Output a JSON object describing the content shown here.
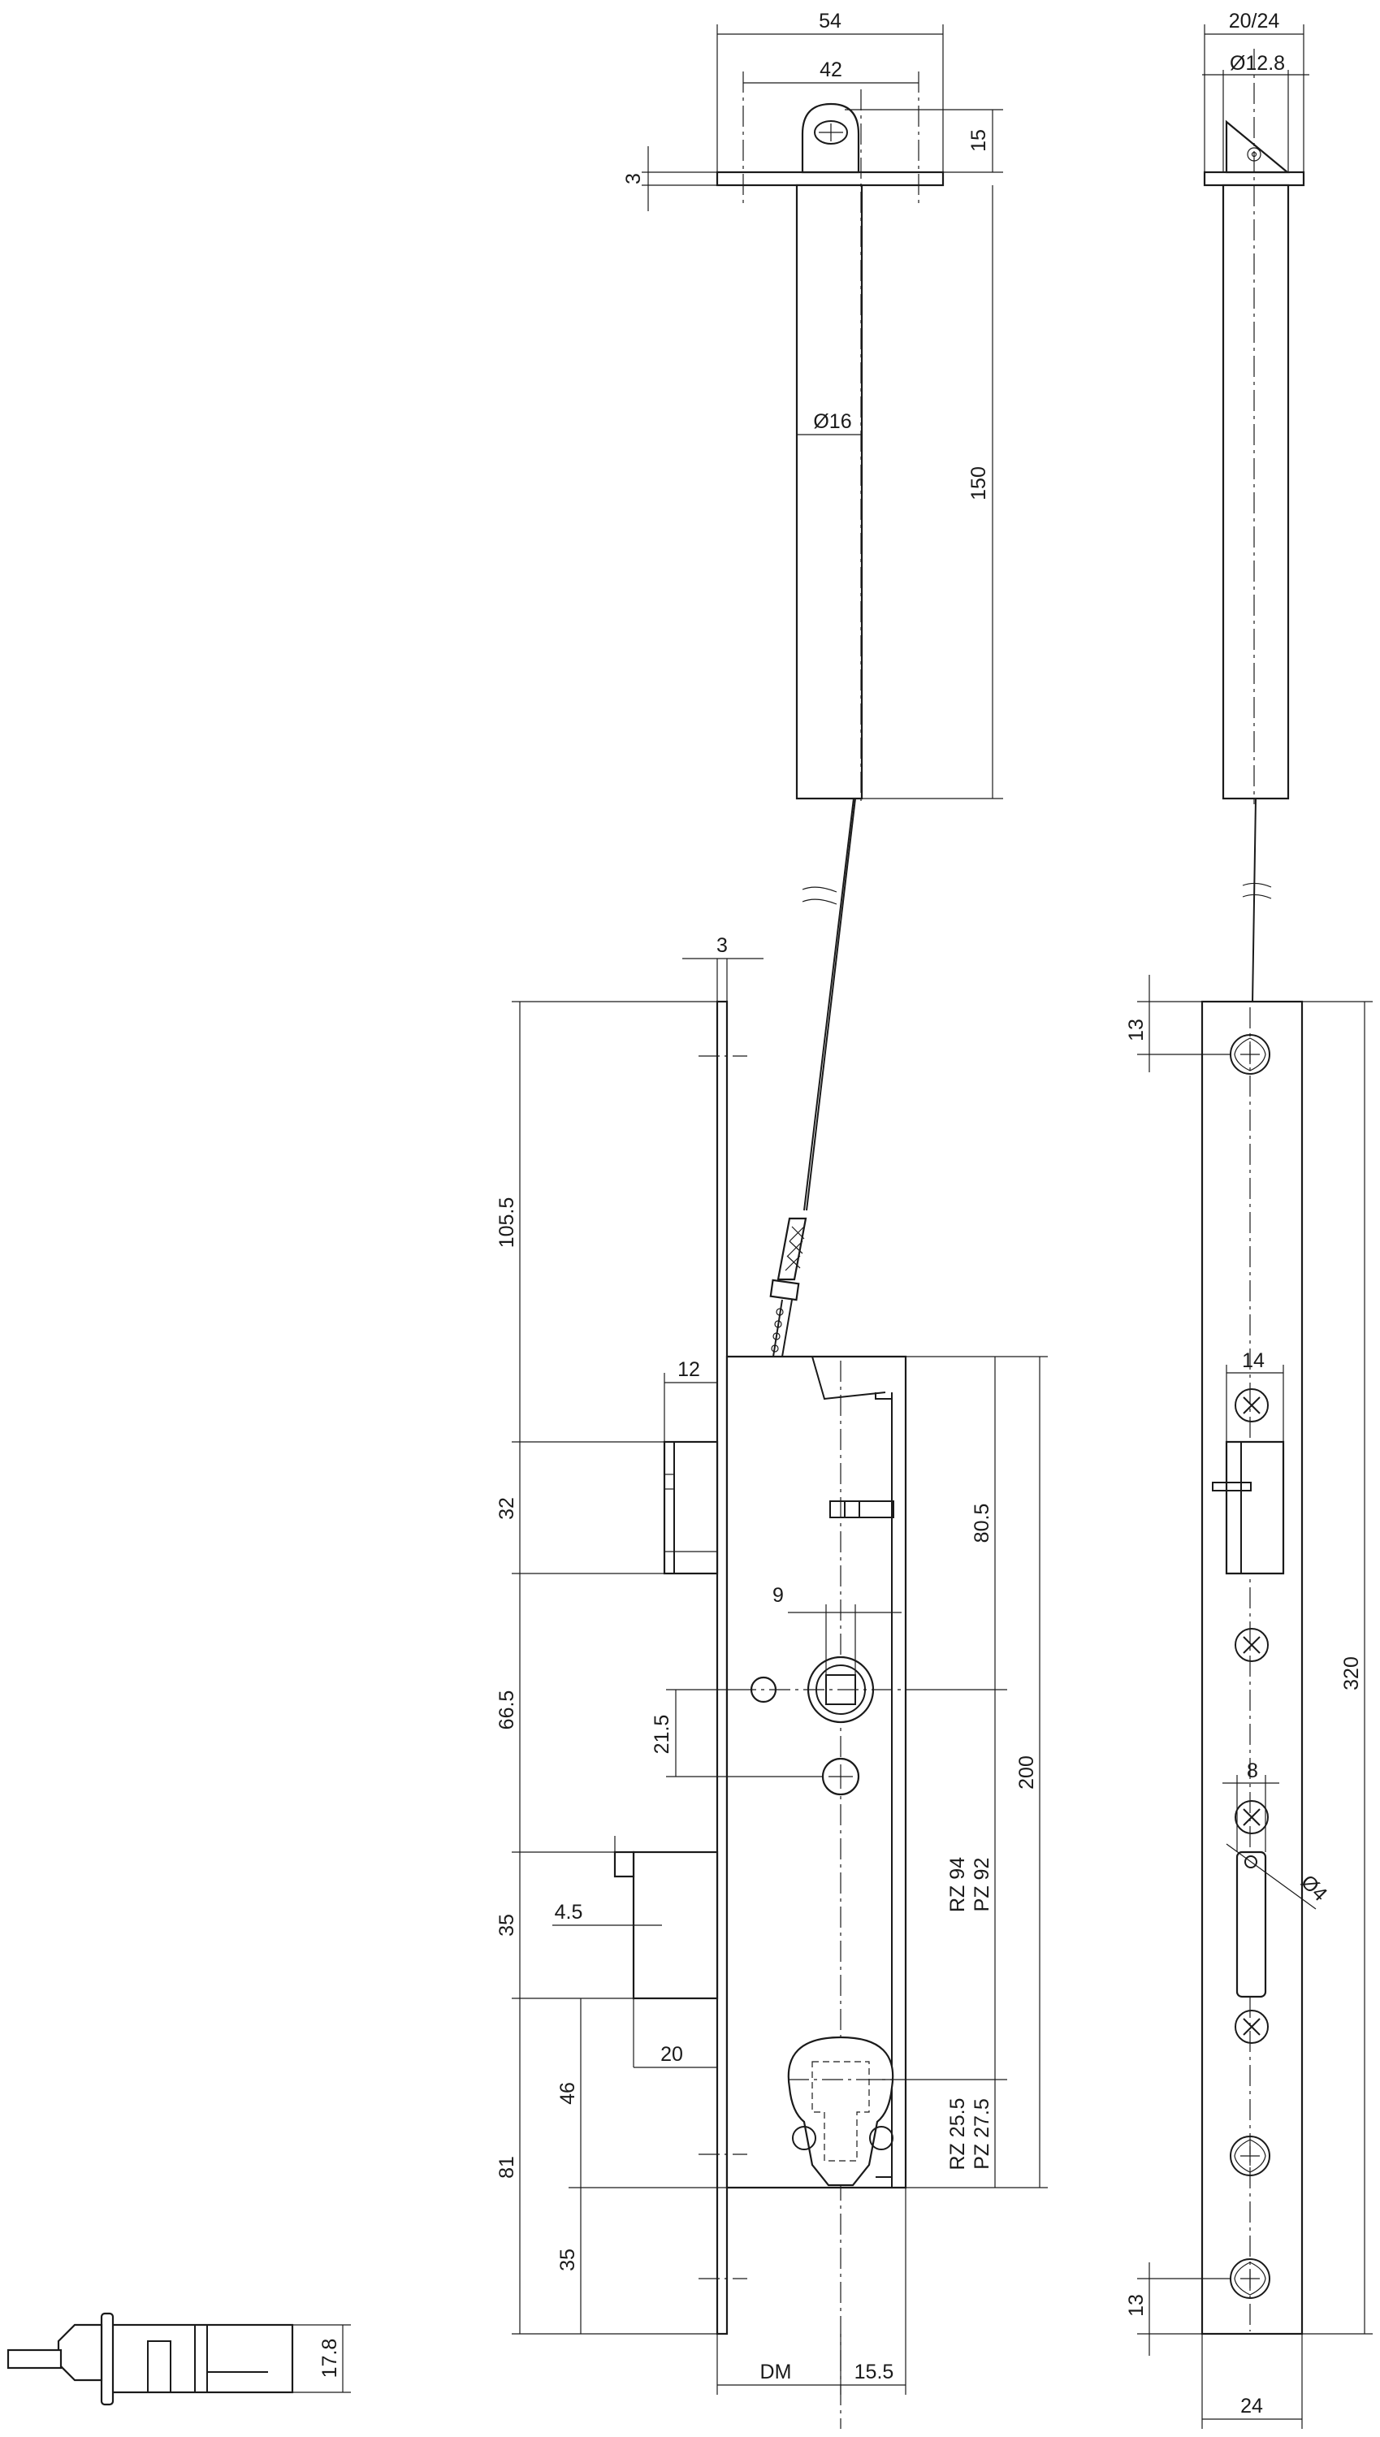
{
  "dimensions": {
    "flange_width": "54",
    "bolt_spacing": "42",
    "flange_thickness": "3",
    "ear_height": "15",
    "tube_diameter": "Ø16",
    "tube_length": "150",
    "side_width": "20/24",
    "side_diameter": "Ø12.8",
    "faceplate_thickness": "3",
    "top_distance": "105.5",
    "latch_projection": "12",
    "latch_height": "32",
    "latch_to_spindle": "66.5",
    "spindle_size": "9",
    "spindle_to_hole": "21.5",
    "bolt_height": "35",
    "bolt_setback": "4.5",
    "bolt_throw": "20",
    "cylinder_to_bottom": "81",
    "cylinder_upper": "46",
    "cylinder_lower": "35",
    "backset": "DM",
    "case_depth": "15.5",
    "spindle_from_top": "80.5",
    "case_height": "200",
    "distance_rz": "RZ 94",
    "distance_pz": "PZ 92",
    "cylinder_rz": "RZ 25.5",
    "cylinder_pz": "PZ 27.5",
    "screw_top_offset": "13",
    "screw_bottom_offset": "13",
    "faceplate_length": "320",
    "faceplate_width": "24",
    "latch_slot_width": "14",
    "bolt_slot_width": "8",
    "bolt_hole_diameter": "Ø4",
    "side_view_height": "17.8"
  }
}
